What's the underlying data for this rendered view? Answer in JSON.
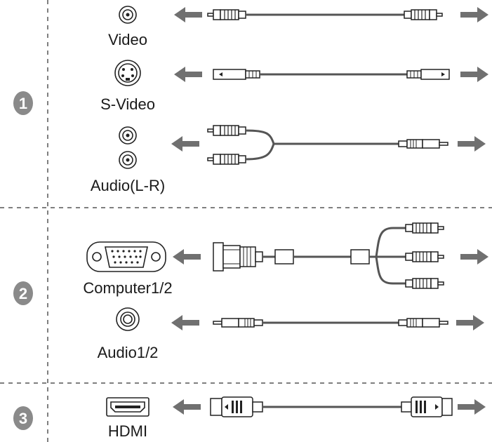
{
  "badges": [
    "1",
    "2",
    "3"
  ],
  "labels": {
    "video": "Video",
    "svideo": "S-Video",
    "audio_lr": "Audio(L-R)",
    "computer": "Computer1/2",
    "audio12": "Audio1/2",
    "hdmi": "HDMI"
  },
  "icons": {
    "video_port": "rca-jack-icon",
    "svideo_port": "svideo-jack-icon",
    "audio_ports": "rca-jack-pair-icon",
    "computer_port": "vga-port-icon",
    "audio12_port": "minijack-port-icon",
    "hdmi_port": "hdmi-port-icon"
  },
  "colors": {
    "badge": "#8a8a8a",
    "arrow": "#707070",
    "cable": "#555555"
  }
}
